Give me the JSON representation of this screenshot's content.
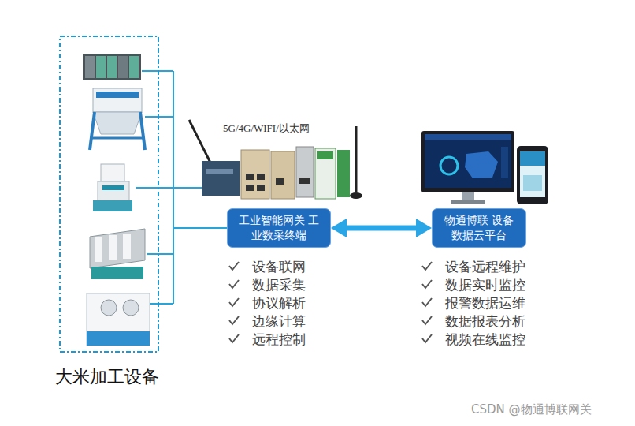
{
  "diagram": {
    "nodes": [
      {
        "text": [
          "大米加工设备"
        ]
      },
      {
        "text": [
          "工业智能网关 工业数采终端"
        ]
      },
      {
        "text": [
          "物通博联 设备数据云平台"
        ]
      }
    ],
    "edges": [
      {
        "from": 0,
        "to": 1,
        "arrow": "none"
      },
      {
        "from": 1,
        "to": 2,
        "arrow": "both"
      }
    ],
    "labels": [
      "5G/4G/WIFI/以太网",
      "设备联网",
      "数据采集",
      "协议解析",
      "边缘计算",
      "远程控制",
      "设备远程维护",
      "数据实时监控",
      "报警数据运维",
      "数据报表分析",
      "视频在线监控",
      "CSDN @物通博联网关"
    ]
  }
}
